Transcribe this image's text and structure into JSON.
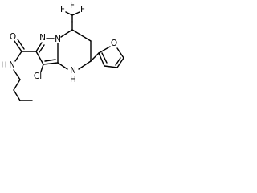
{
  "molecule": {
    "atoms": {
      "cf3": "CF3",
      "f_left": "F",
      "f_right": "F",
      "f_bottom": "F",
      "ring_n1": "N",
      "ring_n2": "N",
      "ring_nh": "N",
      "ring_h": "H",
      "amide_o": "O",
      "amide_n": "N",
      "amide_h": "H",
      "chloro": "Cl",
      "furan_o": "O"
    }
  }
}
